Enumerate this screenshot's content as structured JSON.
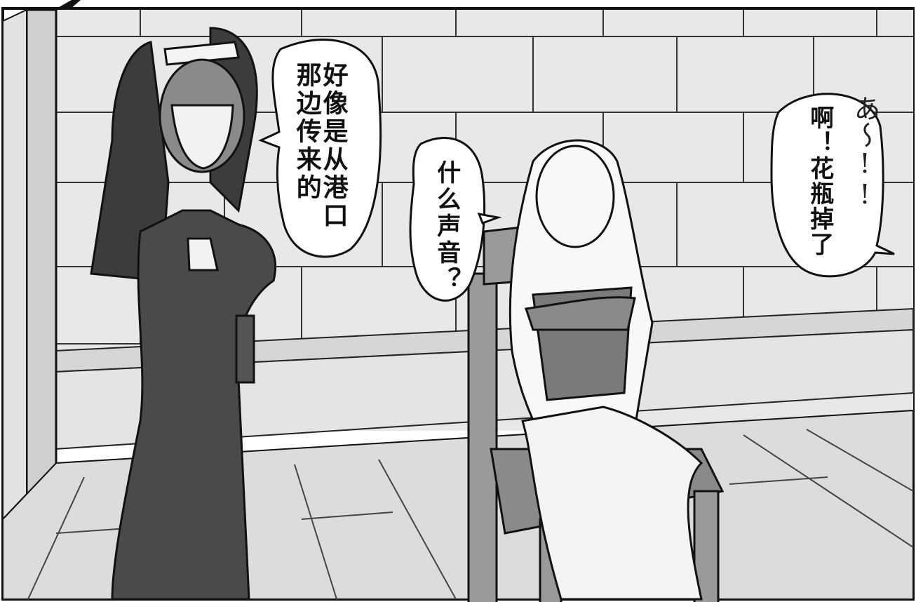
{
  "panel": {
    "dialogue": [
      {
        "id": "nun-line",
        "text": "好像是从港口\n那边传来的"
      },
      {
        "id": "girl-line",
        "text": "什么声音？"
      },
      {
        "id": "offscreen-line",
        "text": "啊！花瓶掉了"
      }
    ],
    "sfx": {
      "text": "あ〜!!"
    }
  },
  "colors": {
    "outline": "#111111",
    "wall": "#e6e6e6",
    "floor": "#d9d9d9",
    "habit": "#4a4a4a",
    "chair": "#9a9a9a",
    "bubble": "#ffffff"
  }
}
